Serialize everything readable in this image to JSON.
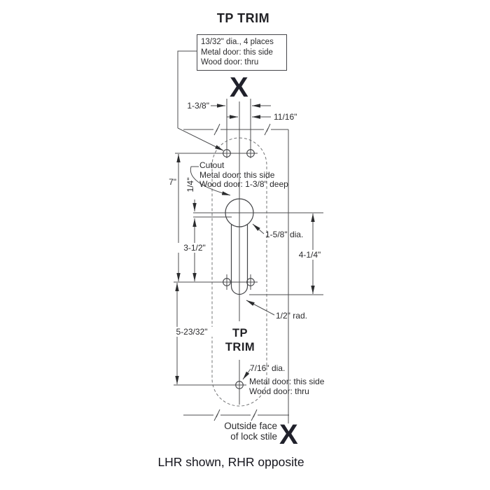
{
  "title": "TP TRIM",
  "top_callout": {
    "line1": "13/32\" dia., 4 places",
    "line2": "Metal door: this side",
    "line3": "Wood door: thru"
  },
  "datum_mark_top": "X",
  "datum_mark_bottom": "X",
  "dims": {
    "hole_spacing": "1-3/8\"",
    "center_offset": "11/16\"",
    "hole_span": "7\"",
    "quarter": "1/4\"",
    "center_to_holes": "3-1/2\"",
    "cutout_dia": "1-5/8\" dia.",
    "cutout_span": "4-1/4\"",
    "slot_radius": "1/2\" rad.",
    "holes_to_bottom": "5-23/32\""
  },
  "cutout_note": {
    "line1": "Cutout",
    "line2": "Metal door: this side",
    "line3": "Wood door: 1-3/8\" deep"
  },
  "trim_label": {
    "line1": "TP",
    "line2": "TRIM"
  },
  "bottom_hole_note": {
    "line1": "7/16\" dia.",
    "line2": "Metal door: this side",
    "line3": "Wood door: thru"
  },
  "outside_face": {
    "line1": "Outside face",
    "line2": "of lock stile"
  },
  "caption": "LHR shown, RHR opposite",
  "colors": {
    "line": "#4c4d4f",
    "text": "#2b2b2d",
    "dashed_outline": "#737476",
    "mark": "#20212b"
  }
}
